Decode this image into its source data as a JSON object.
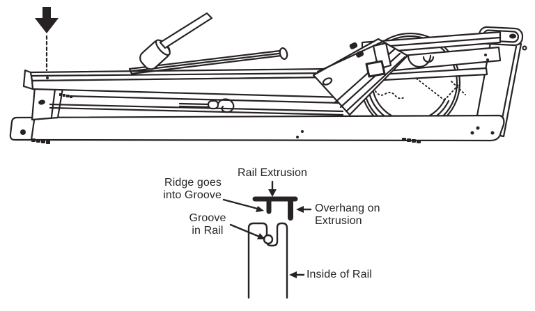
{
  "diagram": {
    "labels": {
      "rail_extrusion": "Rail Extrusion",
      "ridge_goes_into_groove": "Ridge goes\ninto Groove",
      "overhang_on_extrusion": "Overhang on\nExtrusion",
      "groove_in_rail": "Groove\nin Rail",
      "inside_of_rail": "Inside of Rail"
    },
    "colors": {
      "ink": "#272325",
      "background": "#ffffff"
    }
  }
}
